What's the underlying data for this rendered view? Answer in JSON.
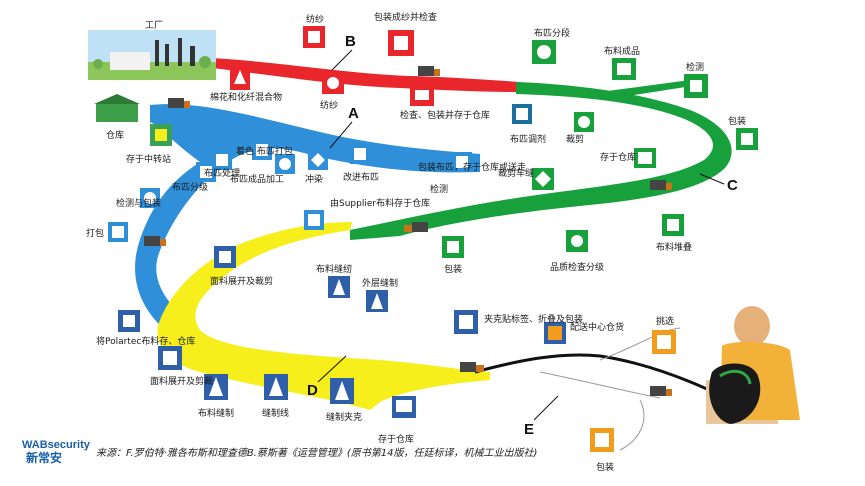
{
  "factory": {
    "label": "工厂"
  },
  "road_labels": {
    "a": "A",
    "b": "B",
    "c": "C",
    "d": "D",
    "e": "E"
  },
  "red_route": {
    "color": "#e8262b",
    "steps": {
      "spin": "纺纱",
      "pack_check": "包装成纱并检查",
      "collect_fiber": "棉花和化纤混合物",
      "spin_yarn": "纺纱",
      "inspect_store": "检查、包装并存于仓库"
    }
  },
  "blue_route": {
    "color": "#2f8fd8",
    "steps": {
      "warehouse": "仓库",
      "store_transfer": "存于中转站",
      "dye_pack": "着色 布匹打包",
      "finish_sort": "布匹处理",
      "fabric_process": "布匹成品加工",
      "flush": "冲染",
      "print_fabric": "改进布匹",
      "pack_store": "包装布匹，存于仓库或送走",
      "grade": "布匹分级",
      "inspect_pack": "检测与包装",
      "ship": "打包"
    }
  },
  "green_route": {
    "color": "#17a03c",
    "steps": {
      "fabric_split": "布匹分段",
      "fabric_sort": "布料成品",
      "inspect_top": "检测",
      "fabric_adjust": "布匹调剂",
      "cut": "裁剪",
      "packaging": "包装",
      "store_ship": "存于仓库",
      "shear_sort": "裁剪车缝",
      "inspect_mid": "检测",
      "packet": "包装",
      "cut_sort_pack": "品质检查分级",
      "supplier_store": "由Supplier布料存于仓库",
      "fabric_stack": "布料堆叠"
    }
  },
  "yellow_route": {
    "color": "#f6ef1c",
    "steps": {
      "unfold_cut": "面料展开及裁剪",
      "cut_sew": "布料缝纫",
      "outer_sew": "外层缝制",
      "polartec_store": "将Polartec布料存、仓库",
      "unfold_cut2": "面料展开及剪裁",
      "panel_sew": "布料缝制",
      "sew_line": "缝制线",
      "wrap_fold": "缝制夹克",
      "store_ware": "存于仓库",
      "label_pack": "夹克贴标签、折叠及包装",
      "dc_ship": "配送中心仓货"
    }
  },
  "final_route": {
    "steps": {
      "select": "挑选",
      "bag": "包装"
    }
  },
  "caption": {
    "text": "来源：F.罗伯特·雅各布斯和理查德B.蔡斯著《运营管理》(原书第14版，任廷标译，机械工业出版社)"
  },
  "logo": {
    "brand": "WABsecurity",
    "cn": "新常安"
  }
}
